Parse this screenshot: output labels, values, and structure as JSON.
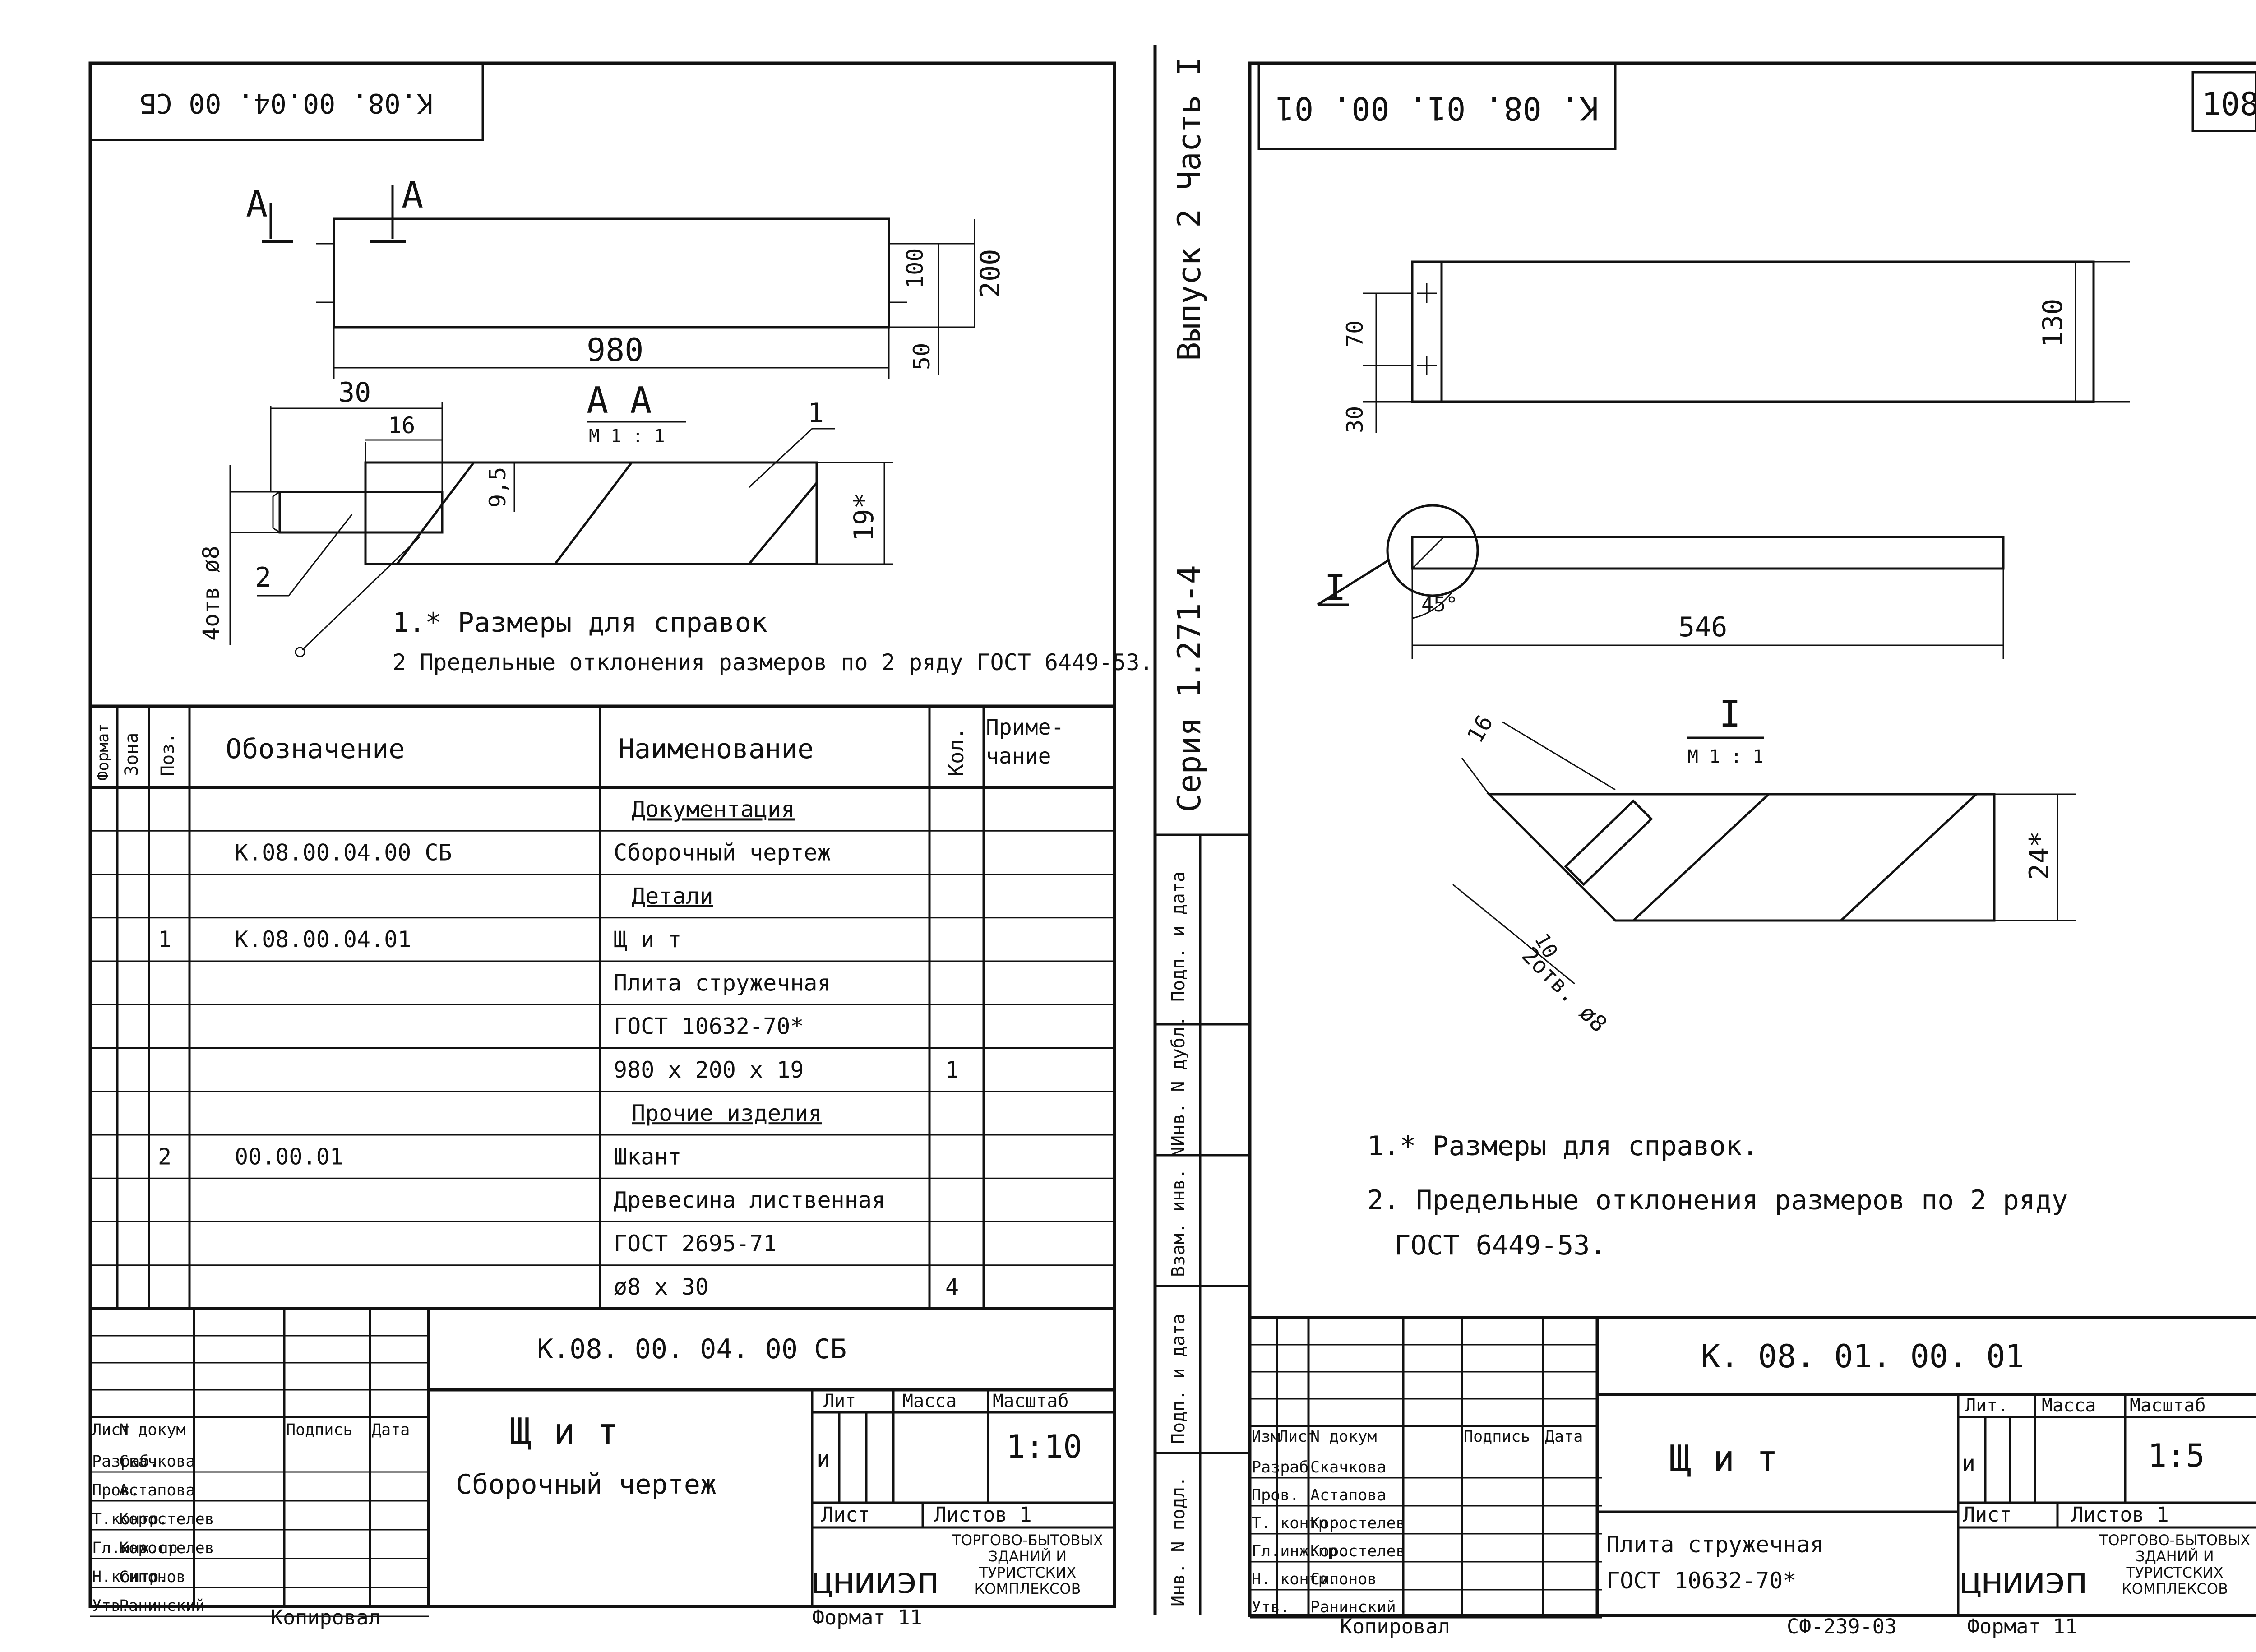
{
  "left_sheet": {
    "top_code": "K.08. 00.04. 00 CБ",
    "section_mark_left": "A",
    "section_mark_right": "A",
    "dims_top": {
      "length": "980",
      "h100": "100",
      "h200": "200",
      "h50": "50"
    },
    "section_title": "A A",
    "section_scale": "M 1 : 1",
    "dims_section": {
      "d30": "30",
      "d16": "16",
      "d9_5": "9,5",
      "d19": "19*",
      "holes": "4отв ø8"
    },
    "callout_1": "1",
    "callout_2": "2",
    "notes": [
      "1.* Размеры для справок",
      "2 Предельные отклонения размеров по 2 ряду ГОСТ 6449-53."
    ],
    "spec_headers": {
      "format": "Формат",
      "zone": "Зона",
      "pos": "Поз.",
      "designation": "Обозначение",
      "name": "Наименование",
      "qty": "Кол.",
      "note": "Приме- чание"
    },
    "spec_rows": [
      {
        "pos": "",
        "designation": "",
        "name": "Документация",
        "underline": true,
        "qty": ""
      },
      {
        "pos": "",
        "designation": "K.08.00.04.00 CБ",
        "name": "Сборочный чертеж",
        "underline": false,
        "qty": ""
      },
      {
        "pos": "",
        "designation": "",
        "name": "Детали",
        "underline": true,
        "qty": ""
      },
      {
        "pos": "1",
        "designation": "K.08.00.04.01",
        "name": "Щ и т",
        "underline": false,
        "qty": ""
      },
      {
        "pos": "",
        "designation": "",
        "name": "Плита стружечная",
        "underline": false,
        "qty": ""
      },
      {
        "pos": "",
        "designation": "",
        "name": "ГОСТ 10632-70*",
        "underline": false,
        "qty": ""
      },
      {
        "pos": "",
        "designation": "",
        "name": "980 x 200 x 19",
        "underline": false,
        "qty": "1"
      },
      {
        "pos": "",
        "designation": "",
        "name": "Прочие изделия",
        "underline": true,
        "qty": ""
      },
      {
        "pos": "2",
        "designation": "00.00.01",
        "name": "Шкант",
        "underline": false,
        "qty": ""
      },
      {
        "pos": "",
        "designation": "",
        "name": "Древесина лиственная",
        "underline": false,
        "qty": ""
      },
      {
        "pos": "",
        "designation": "",
        "name": "ГОСТ 2695-71",
        "underline": false,
        "qty": ""
      },
      {
        "pos": "",
        "designation": "",
        "name": "ø8 x 30",
        "underline": false,
        "qty": "4"
      }
    ],
    "title_block": {
      "code": "K.08. 00. 04. 00 CБ",
      "name_line1": "Щ и т",
      "name_line2": "Сборочный чертеж",
      "lit_label": "Лит",
      "mass_label": "Масса",
      "scale_label": "Масштаб",
      "lit_value": "и",
      "scale_value": "1:10",
      "sheet_label": "Лист",
      "sheets_label": "Листов 1",
      "org_logo": "ЦНИИЭП",
      "org_text": "Торгово-бытовых зданий и туристских комплексов",
      "format": "Формат 11",
      "copied": "Копировал",
      "sig_headers": [
        "Лист",
        "N докум",
        "Подпись",
        "Дата"
      ],
      "sig_rows": [
        {
          "role": "Разраб.",
          "name": "Скачкова"
        },
        {
          "role": "Пров.",
          "name": "Астапова"
        },
        {
          "role": "Т.контр.",
          "name": "Коростелев"
        },
        {
          "role": "Гл.инж.пр",
          "name": "Коростелев"
        },
        {
          "role": "Н.контр.",
          "name": "Сипонов"
        },
        {
          "role": "Утв.",
          "name": "Ранинский"
        }
      ]
    }
  },
  "right_sheet": {
    "sheet_number": "108",
    "top_code": "K. 08. 01. 00. 01",
    "side_series": "Серия 1.271-4",
    "side_issue": "Выпуск 2 Часть I",
    "side_labels": [
      "Подп. и дата",
      "Инв. N дубл.",
      "Взам. инв. N",
      "Подп. и дата",
      "Инв. N подл."
    ],
    "dims_top": {
      "d70": "70",
      "d30": "30",
      "d130": "130"
    },
    "dims_front": {
      "length": "546",
      "angle": "45°",
      "view_mark": "I"
    },
    "detail_title": "I",
    "detail_scale": "M 1 : 1",
    "dims_detail": {
      "d16": "16",
      "d10": "10",
      "d24": "24*",
      "holes": "2отв. ø8"
    },
    "notes": [
      "1.* Размеры для справок.",
      "2. Предельные отклонения размеров по 2 ряду",
      "ГОСТ 6449-53."
    ],
    "title_block": {
      "code": "K. 08. 01. 00. 01",
      "name": "Щ и т",
      "material_line1": "Плита стружечная",
      "material_line2": "ГОСТ 10632-70*",
      "lit_label": "Лит.",
      "mass_label": "Масса",
      "scale_label": "Масштаб",
      "lit_value": "и",
      "scale_value": "1:5",
      "sheet_label": "Лист",
      "sheets_label": "Листов 1",
      "org_logo": "ЦНИИЭП",
      "org_text": "Торгово-бытовых зданий и туристских комплексов",
      "format": "Формат 11",
      "copied": "Копировал",
      "stamp_code": "СФ-239-03",
      "sig_headers": [
        "Изм",
        "Лист",
        "N докум",
        "Подпись",
        "Дата"
      ],
      "sig_rows": [
        {
          "role": "Разраб.",
          "name": "Скачкова"
        },
        {
          "role": "Пров.",
          "name": "Астапова"
        },
        {
          "role": "Т. контр.",
          "name": "Коростелев"
        },
        {
          "role": "Гл.инж.пр.",
          "name": "Коростелев"
        },
        {
          "role": "Н. контр.",
          "name": "Сипонов"
        },
        {
          "role": "Утв.",
          "name": "Ранинский"
        }
      ]
    }
  }
}
